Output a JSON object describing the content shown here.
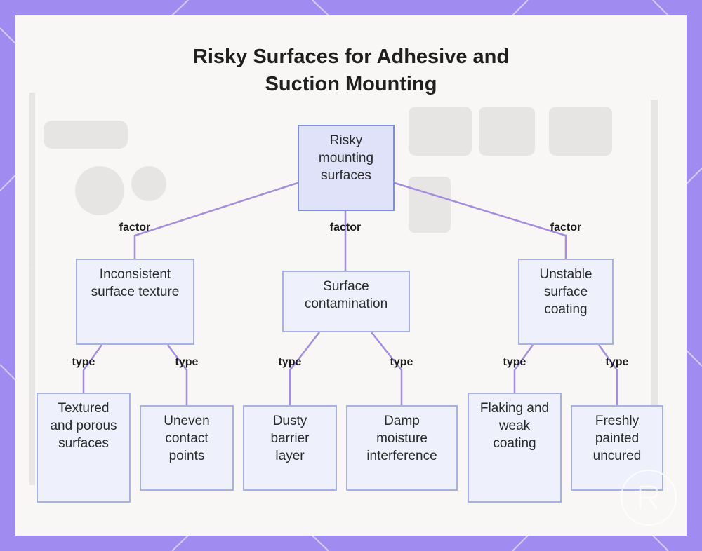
{
  "title": {
    "line1": "Risky Surfaces for Adhesive and",
    "line2": "Suction Mounting"
  },
  "root": {
    "label": "Risky mounting surfaces"
  },
  "factors": [
    {
      "edge_label": "factor",
      "label": "Inconsistent surface texture",
      "types": [
        {
          "edge_label": "type",
          "label": "Textured and porous surfaces"
        },
        {
          "edge_label": "type",
          "label": "Uneven contact points"
        }
      ]
    },
    {
      "edge_label": "factor",
      "label": "Surface contamination",
      "types": [
        {
          "edge_label": "type",
          "label": "Dusty barrier layer"
        },
        {
          "edge_label": "type",
          "label": "Damp moisture interference"
        }
      ]
    },
    {
      "edge_label": "factor",
      "label": "Unstable surface coating",
      "types": [
        {
          "edge_label": "type",
          "label": "Flaking and weak coating"
        },
        {
          "edge_label": "type",
          "label": "Freshly painted uncured"
        }
      ]
    }
  ],
  "colors": {
    "frame": "#a08cf0",
    "connector": "#a48ce0",
    "root_fill": "#dfe2f8",
    "root_border": "#7d8fd6",
    "node_fill": "#eef0fb",
    "node_border": "#a7b2e0"
  }
}
